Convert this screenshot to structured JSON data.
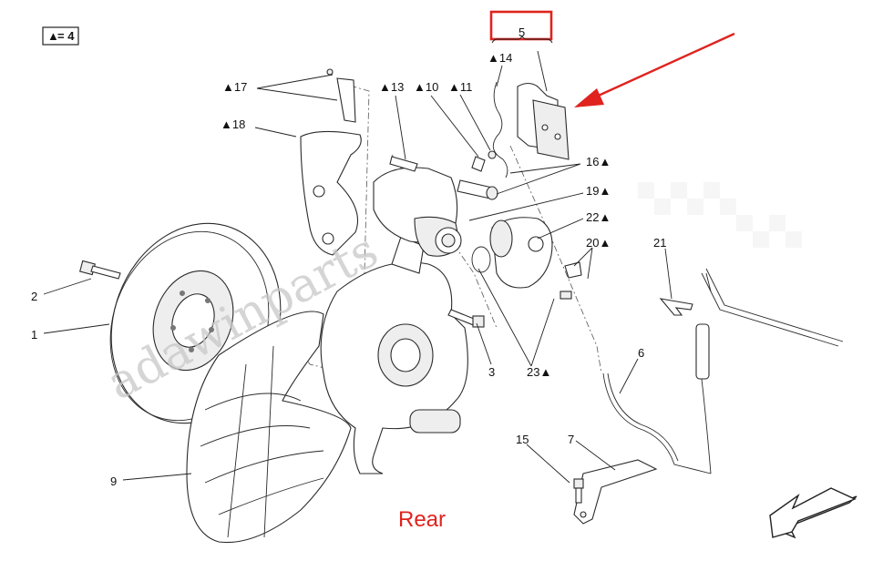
{
  "legend": {
    "symbol": "▲",
    "text": "= 4"
  },
  "highlight_label": "5",
  "caption": "Rear",
  "watermark": "adawinparts",
  "colors": {
    "highlight": "#e0231e",
    "line": "#2a2a2a",
    "watermark": "#c8c8c8"
  },
  "callouts": {
    "c1": "1",
    "c2": "2",
    "c3": "3",
    "c6": "6",
    "c7": "7",
    "c9": "9",
    "c10": "▲10",
    "c11": "▲11",
    "c13": "▲13",
    "c14": "▲14",
    "c15": "15",
    "c16": "16▲",
    "c17": "▲17",
    "c18": "▲18",
    "c19": "19▲",
    "c20": "20▲",
    "c21": "21",
    "c22": "22▲",
    "c23": "23▲"
  }
}
